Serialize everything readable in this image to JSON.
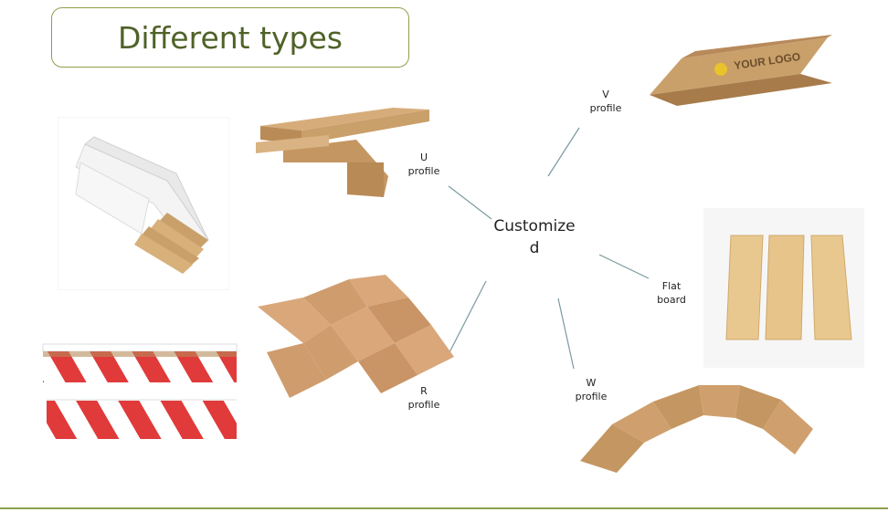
{
  "title": "Different types",
  "center": {
    "line1": "Customize",
    "line2": "d"
  },
  "profiles": {
    "v": {
      "line1": "V",
      "line2": "profile"
    },
    "u": {
      "line1": "U",
      "line2": "profile"
    },
    "flat": {
      "line1": "Flat",
      "line2": "board"
    },
    "r": {
      "line1": "R",
      "line2": "profile"
    },
    "w": {
      "line1": "W",
      "line2": "profile"
    }
  },
  "logo_text": "YOUR LOGO",
  "colors": {
    "accent": "#8da04a",
    "title": "#4f6228",
    "kraft": "#c9a06a",
    "stripe_red": "#e03a3a",
    "connector": "#7a9aa0"
  }
}
